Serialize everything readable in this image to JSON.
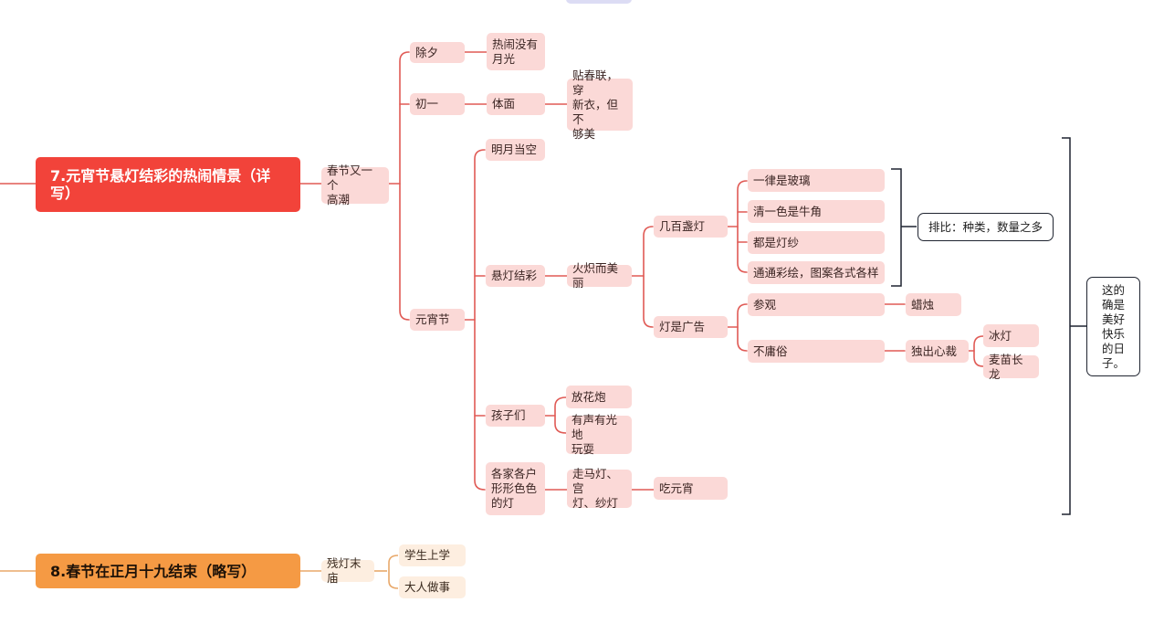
{
  "colors": {
    "red_branch": "#f2433a",
    "red_line": "#e05a55",
    "red_node": "#fbd9d7",
    "orange_branch": "#f59a44",
    "orange_line": "#e8a86a",
    "orange_node": "#fdeee0",
    "note_border": "#1f2430"
  },
  "branch7": {
    "title": "7.元宵节悬灯结彩的热闹情景（详写）",
    "child": "春节又一个\n高潮",
    "chuxi": {
      "label": "除夕",
      "child": "热闹没有\n月光"
    },
    "chuyi": {
      "label": "初一",
      "child": "体面",
      "grandchild": "贴春联，穿\n新衣，但不\n够美"
    },
    "yuanxiao": {
      "label": "元宵节",
      "mingyue": "明月当空",
      "xuandeng": {
        "label": "悬灯结彩",
        "child": "火炽而美丽",
        "jibai": {
          "label": "几百盏灯",
          "items": [
            "一律是玻璃",
            "清一色是牛角",
            "都是灯纱",
            "通通彩绘，图案各式各样"
          ]
        },
        "guanggao": {
          "label": "灯是广告",
          "canguan": {
            "label": "参观",
            "child": "蜡烛"
          },
          "buyongsu": {
            "label": "不庸俗",
            "child": "独出心裁",
            "items": [
              "冰灯",
              "麦苗长龙"
            ]
          }
        }
      },
      "haizi": {
        "label": "孩子们",
        "items": [
          "放花炮",
          "有声有光地\n玩耍"
        ]
      },
      "gejia": {
        "label": "各家各户\n形形色色\n的灯",
        "child": "走马灯、宫\n灯、纱灯",
        "grandchild": "吃元宵"
      }
    },
    "notes": {
      "paibi": "排比：种类，数量之多",
      "summary": "这的\n确是\n美好\n快乐\n的日\n子。"
    }
  },
  "branch8": {
    "title": "8.春节在正月十九结束（略写）",
    "child": "残灯末庙",
    "items": [
      "学生上学",
      "大人做事"
    ]
  }
}
